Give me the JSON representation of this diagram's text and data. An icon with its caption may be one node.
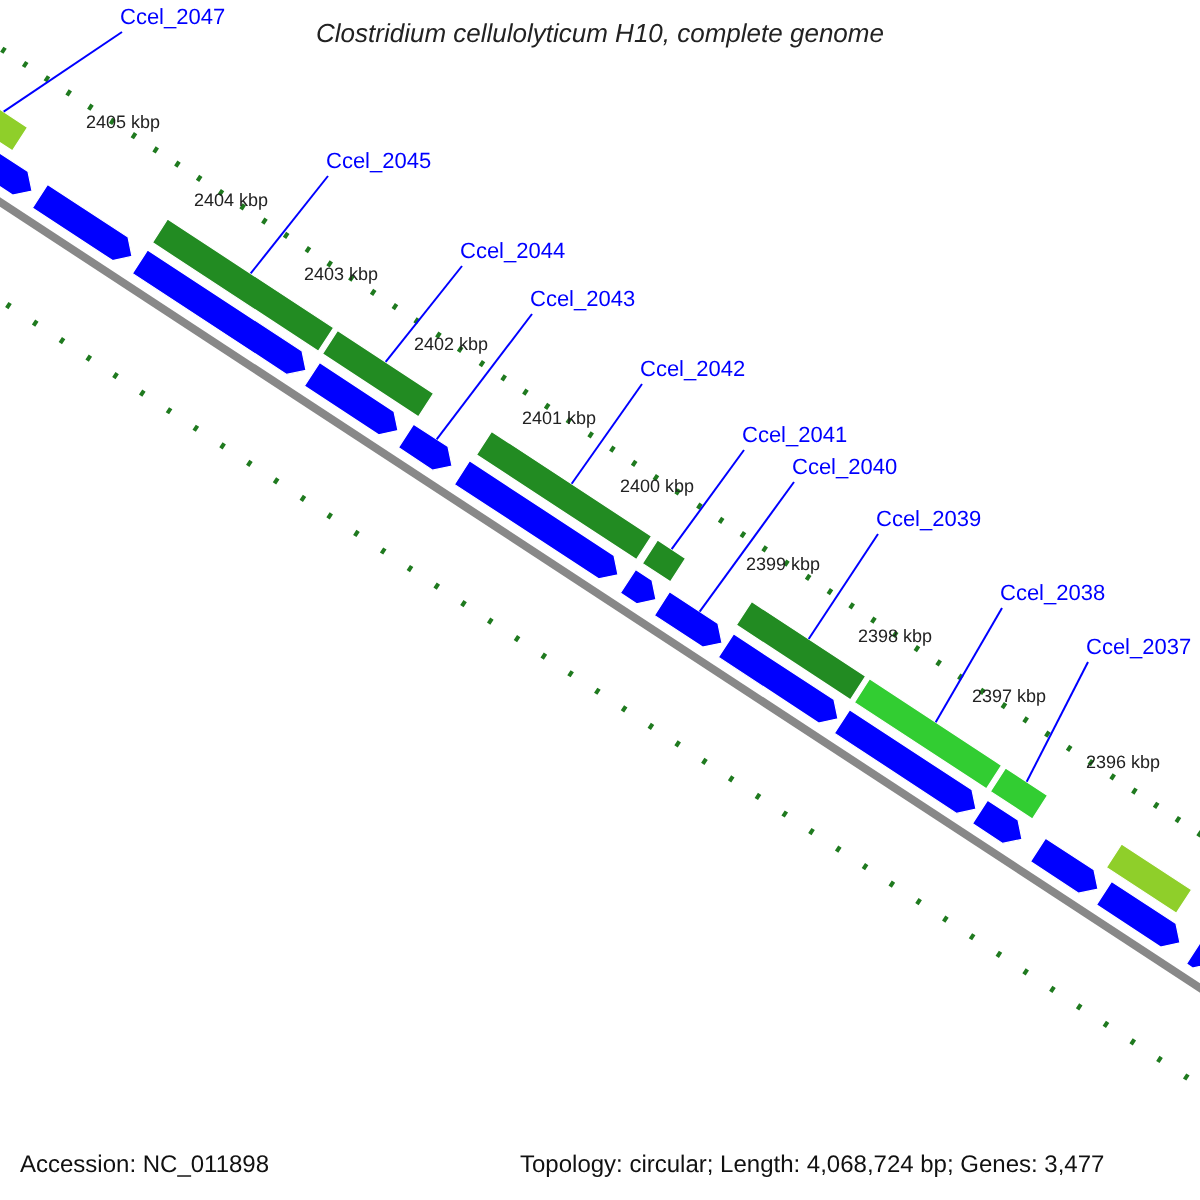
{
  "diagram": {
    "title": "Clostridium cellulolyticum H10, complete genome",
    "nodes": [
      {
        "text": [
          "Ccel_2047"
        ]
      },
      {
        "text": [
          "Ccel_2045"
        ]
      },
      {
        "text": [
          "Ccel_2044"
        ]
      },
      {
        "text": [
          "Ccel_2043"
        ]
      },
      {
        "text": [
          "Ccel_2042"
        ]
      },
      {
        "text": [
          "Ccel_2041"
        ]
      },
      {
        "text": [
          "Ccel_2040"
        ]
      },
      {
        "text": [
          "Ccel_2039"
        ]
      },
      {
        "text": [
          "Ccel_2038"
        ]
      },
      {
        "text": [
          "Ccel_2037"
        ]
      },
      {
        "text": [],
        "shape": "bar"
      },
      {
        "text": [],
        "shape": "bar"
      },
      {
        "text": [],
        "shape": "bar"
      },
      {
        "text": [],
        "shape": "bar"
      },
      {
        "text": [],
        "shape": "bar"
      },
      {
        "text": [],
        "shape": "bar"
      },
      {
        "text": [],
        "shape": "bar"
      },
      {
        "text": [],
        "shape": "bar"
      },
      {
        "text": [],
        "shape": "bar"
      },
      {
        "text": [],
        "shape": "bar"
      },
      {
        "text": [],
        "shape": "bar"
      },
      {
        "text": [],
        "shape": "bar"
      },
      {
        "text": [],
        "shape": "bar"
      },
      {
        "text": [],
        "shape": "bar"
      },
      {
        "text": [],
        "shape": "bar"
      },
      {
        "text": [],
        "shape": "bar"
      },
      {
        "text": [],
        "shape": "bar"
      },
      {
        "text": [],
        "shape": "bar"
      },
      {
        "text": [],
        "shape": "bar"
      },
      {
        "text": [],
        "shape": "bar"
      },
      {
        "text": [],
        "shape": "bar"
      },
      {
        "text": [],
        "shape": "bar"
      },
      {
        "text": [],
        "shape": "bar"
      }
    ],
    "edges": [
      {
        "from": 0,
        "to": 10,
        "arrow": "none"
      },
      {
        "from": 1,
        "to": 11,
        "arrow": "none"
      },
      {
        "from": 2,
        "to": 12,
        "arrow": "none"
      },
      {
        "from": 3,
        "to": 23,
        "arrow": "none"
      },
      {
        "from": 4,
        "to": 13,
        "arrow": "none"
      },
      {
        "from": 5,
        "to": 14,
        "arrow": "none"
      },
      {
        "from": 6,
        "to": 26,
        "arrow": "none"
      },
      {
        "from": 7,
        "to": 15,
        "arrow": "none"
      },
      {
        "from": 8,
        "to": 16,
        "arrow": "none"
      },
      {
        "from": 9,
        "to": 17,
        "arrow": "none"
      }
    ],
    "labels": [
      "2405 kbp",
      "2404 kbp",
      "2403 kbp",
      "2402 kbp",
      "2401 kbp",
      "2400 kbp",
      "2399 kbp",
      "2398 kbp",
      "2397 kbp",
      "2396 kbp",
      "Accession: NC_011898",
      "Topology: circular; Length: 4,068,724 bp; Genes: 3,477"
    ]
  }
}
